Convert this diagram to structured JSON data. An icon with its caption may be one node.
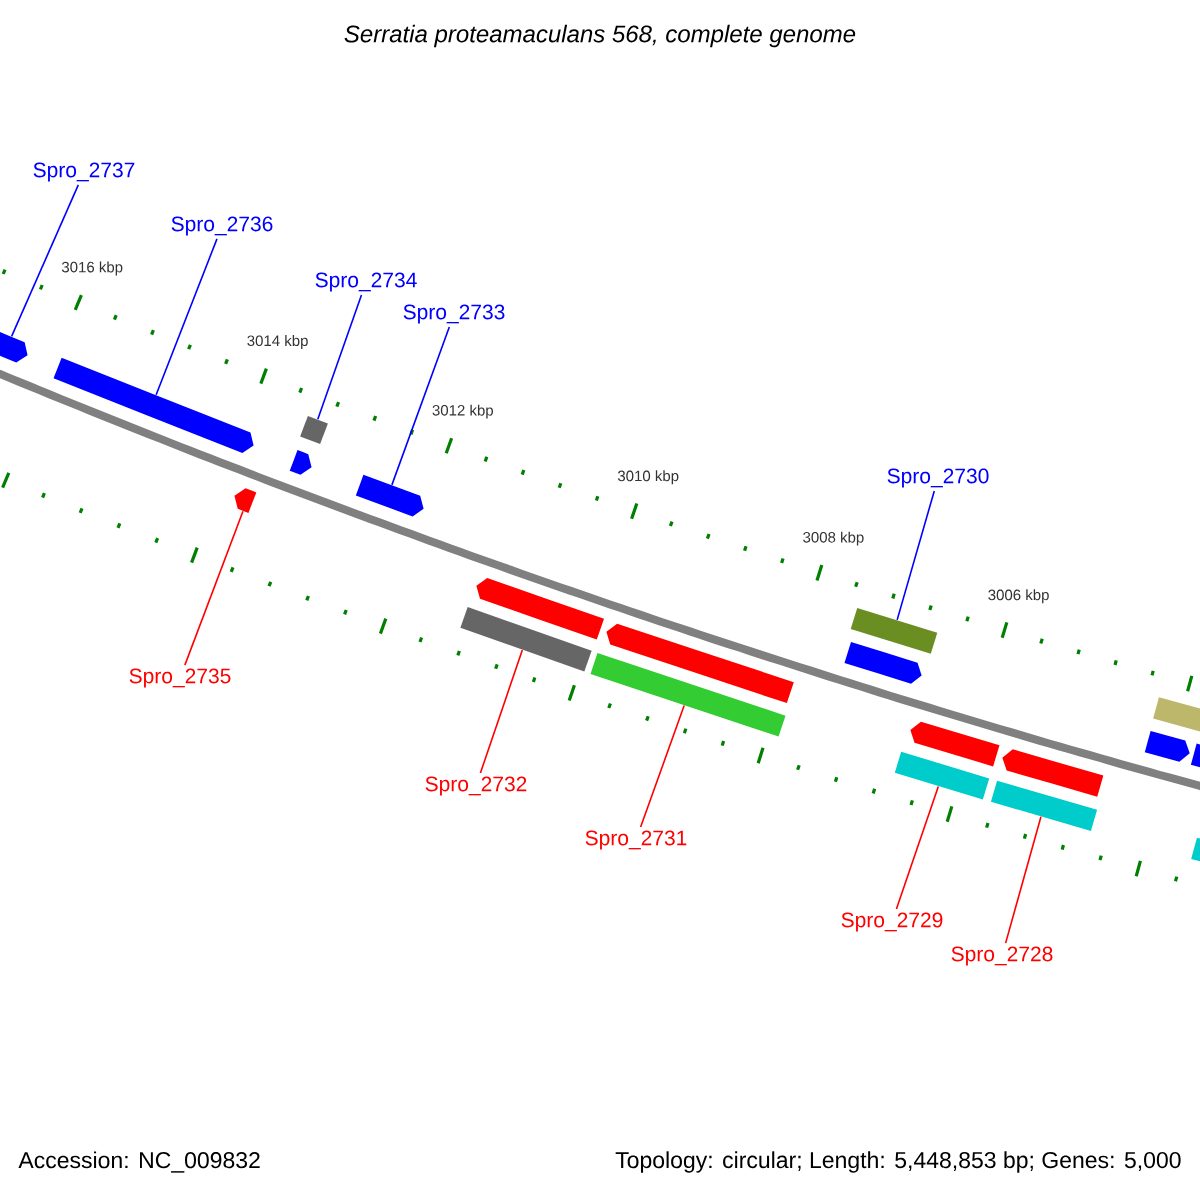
{
  "diagram": {
    "title": "Serratia proteamaculans 568, complete genome",
    "nodes": [
      {
        "text": [
          "Spro_2737"
        ]
      },
      {
        "text": [
          "Spro_2736"
        ]
      },
      {
        "text": [
          "Spro_2734"
        ]
      },
      {
        "text": [
          "Spro_2733"
        ]
      },
      {
        "text": [
          "Spro_2730"
        ]
      },
      {
        "text": [
          "Spro_2735"
        ]
      },
      {
        "text": [
          "Spro_2732"
        ]
      },
      {
        "text": [
          "Spro_2731"
        ]
      },
      {
        "text": [
          "Spro_2729"
        ]
      },
      {
        "text": [
          "Spro_2728"
        ]
      },
      {
        "text": [],
        "shape": "pentagon"
      },
      {
        "text": [],
        "shape": "pentagon"
      },
      {
        "text": [],
        "shape": "pentagon"
      },
      {
        "text": [],
        "shape": "bar"
      },
      {
        "text": [],
        "shape": "pentagon"
      },
      {
        "text": [],
        "shape": "pentagon"
      },
      {
        "text": [],
        "shape": "pentagon"
      },
      {
        "text": [],
        "shape": "bar"
      },
      {
        "text": [],
        "shape": "pentagon"
      },
      {
        "text": [],
        "shape": "bar"
      },
      {
        "text": [],
        "shape": "bar"
      },
      {
        "text": [],
        "shape": "pentagon"
      },
      {
        "text": [],
        "shape": "pentagon"
      },
      {
        "text": [],
        "shape": "bar"
      },
      {
        "text": [],
        "shape": "pentagon"
      },
      {
        "text": [],
        "shape": "bar"
      },
      {
        "text": [],
        "shape": "bar"
      },
      {
        "text": [],
        "shape": "pentagon"
      },
      {
        "text": [],
        "shape": "pentagon"
      },
      {
        "text": [],
        "shape": "bar"
      }
    ],
    "edges": [
      {
        "from": 0,
        "to": 10,
        "arrow": "none",
        "color": "#0000ff"
      },
      {
        "from": 1,
        "to": 11,
        "arrow": "none",
        "color": "#0000ff"
      },
      {
        "from": 2,
        "to": 13,
        "arrow": "none",
        "color": "#0000ff"
      },
      {
        "from": 3,
        "to": 15,
        "arrow": "none",
        "color": "#0000ff"
      },
      {
        "from": 4,
        "to": 20,
        "arrow": "none",
        "color": "#0000ff"
      },
      {
        "from": 5,
        "to": 14,
        "arrow": "none",
        "color": "#ff0000"
      },
      {
        "from": 6,
        "to": 17,
        "arrow": "none",
        "color": "#ff0000"
      },
      {
        "from": 7,
        "to": 19,
        "arrow": "none",
        "color": "#ff0000"
      },
      {
        "from": 8,
        "to": 23,
        "arrow": "none",
        "color": "#ff0000"
      },
      {
        "from": 9,
        "to": 25,
        "arrow": "none",
        "color": "#ff0000"
      }
    ],
    "labels": [
      "3016 kbp",
      "3014 kbp",
      "3012 kbp",
      "3010 kbp",
      "3008 kbp",
      "3006 kbp",
      "Accession: NC_009832",
      "Topology: circular; Length: 5,448,853 bp; Genes: 5,000"
    ]
  }
}
